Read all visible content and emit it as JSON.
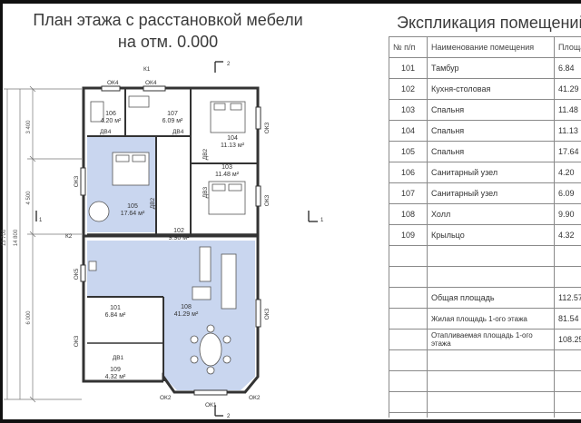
{
  "plan": {
    "title_line1": "План этажа с расстановкой мебели",
    "title_line2": "на отм. 0.000",
    "rooms": [
      {
        "num": "106",
        "area": "4.20 м²"
      },
      {
        "num": "107",
        "area": "6.09 м²"
      },
      {
        "num": "104",
        "area": "11.13 м²"
      },
      {
        "num": "105",
        "area": "17.64 м²"
      },
      {
        "num": "103",
        "area": "11.48 м²"
      },
      {
        "num": "102",
        "area": "9.90 м²"
      },
      {
        "num": "108",
        "area": "41.29 м²"
      },
      {
        "num": "101",
        "area": "6.84 м²"
      },
      {
        "num": "109",
        "area": "4.32 м²"
      }
    ],
    "labels": {
      "ok4a": "ОК4",
      "ok4b": "ОК4",
      "k1": "К1",
      "ok3a": "ОК3",
      "ok3b": "ОК3",
      "ok3c": "ОК3",
      "ok3d": "ОК3",
      "ok3e": "ОК3",
      "ok5": "ОК5",
      "ok2a": "ОК2",
      "ok2b": "ОК2",
      "ok1": "ОК1",
      "k2": "К2",
      "db4a": "ДВ4",
      "db4b": "ДВ4",
      "db2a": "ДВ2",
      "db2b": "ДВ2",
      "db3": "ДВ3",
      "db1": "ДВ1",
      "sec_top": "2",
      "sec_bottom": "2",
      "sec_left": "1",
      "sec_right": "1",
      "dim1": "3 400",
      "dim2": "4 500",
      "dim3": "13 700",
      "dim4": "14 800",
      "dim5": "6 000"
    }
  },
  "explication": {
    "title": "Экспликация помещений",
    "headers": {
      "num": "№ п/п",
      "name": "Наименование помещения",
      "area": "Площадь"
    },
    "rows": [
      {
        "num": "101",
        "name": "Тамбур",
        "area": "6.84"
      },
      {
        "num": "102",
        "name": "Кухня-столовая",
        "area": "41.29"
      },
      {
        "num": "103",
        "name": "Спальня",
        "area": "11.48"
      },
      {
        "num": "104",
        "name": "Спальня",
        "area": "11.13"
      },
      {
        "num": "105",
        "name": "Спальня",
        "area": "17.64"
      },
      {
        "num": "106",
        "name": "Санитарный узел",
        "area": "4.20"
      },
      {
        "num": "107",
        "name": "Санитарный узел",
        "area": "6.09"
      },
      {
        "num": "108",
        "name": "Холл",
        "area": "9.90"
      },
      {
        "num": "109",
        "name": "Крыльцо",
        "area": "4.32"
      }
    ],
    "totals": [
      {
        "label": "Общая площадь",
        "value": "112.57"
      },
      {
        "label": "Жилая площадь 1-ого этажа",
        "value": "81.54"
      },
      {
        "label": "Отапливаемая площадь 1-ого этажа",
        "value": "108.25"
      }
    ]
  }
}
